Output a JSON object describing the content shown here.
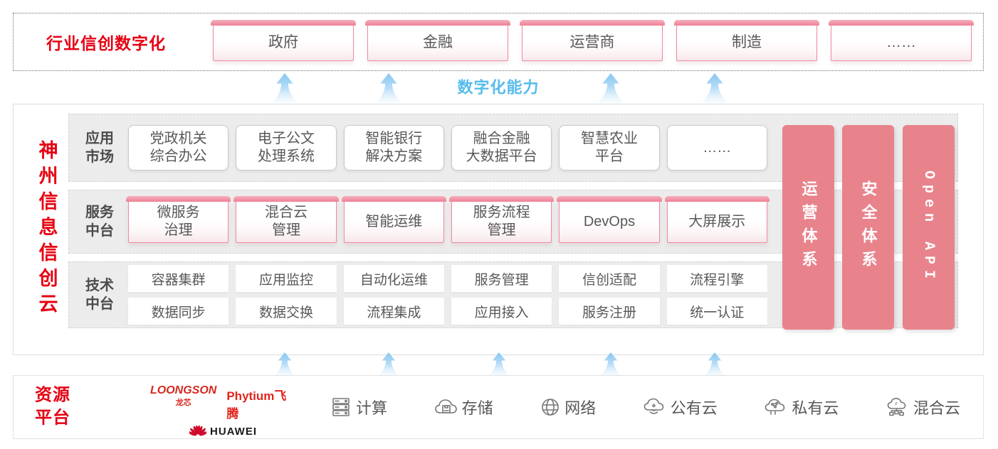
{
  "colors": {
    "accent_red": "#e60012",
    "pink_border": "#ee8095",
    "pillar_salmon": "#e8838c",
    "capability_blue": "#56bcec",
    "arrow_blue": "#85c6ef",
    "box_text_gray": "#595757",
    "row_bg_gray": "#ececec"
  },
  "top": {
    "title": "行业信创数字化",
    "sectors": [
      "政府",
      "金融",
      "运营商",
      "制造",
      "……"
    ]
  },
  "capability": "数字化能力",
  "main": {
    "side_title": "神州信息信创云",
    "rows": [
      {
        "label": "应用\n市场",
        "boxes": [
          "党政机关\n综合办公",
          "电子公文\n处理系统",
          "智能银行\n解决方案",
          "融合金融\n大数据平台",
          "智慧农业\n平台",
          "……"
        ]
      },
      {
        "label": "服务\n中台",
        "boxes": [
          "微服务\n治理",
          "混合云\n管理",
          "智能运维",
          "服务流程\n管理",
          "DevOps",
          "大屏展示"
        ]
      },
      {
        "label": "技术\n中台",
        "grid": [
          [
            "容器集群",
            "应用监控",
            "自动化运维",
            "服务管理",
            "信创适配",
            "流程引擎"
          ],
          [
            "数据同步",
            "数据交换",
            "流程集成",
            "应用接入",
            "服务注册",
            "统一认证"
          ]
        ]
      }
    ],
    "pillars": [
      "运营体系",
      "安全体系",
      "Open API"
    ]
  },
  "resources": {
    "title": "资源\n平台",
    "vendors": {
      "loongson": {
        "name": "LOONGSON",
        "sub": "龙芯"
      },
      "phytium": {
        "name": "Phytium飞腾"
      },
      "huawei": {
        "name": "HUAWEI"
      }
    },
    "items": [
      {
        "icon": "compute-server-icon",
        "label": "计算"
      },
      {
        "icon": "storage-cloud-icon",
        "label": "存储"
      },
      {
        "icon": "network-globe-icon",
        "label": "网络"
      },
      {
        "icon": "public-cloud-icon",
        "label": "公有云"
      },
      {
        "icon": "private-cloud-icon",
        "label": "私有云"
      },
      {
        "icon": "hybrid-cloud-icon",
        "label": "混合云"
      }
    ]
  }
}
